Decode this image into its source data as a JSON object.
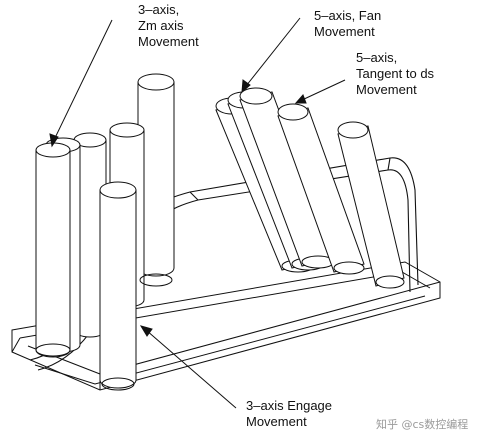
{
  "labels": {
    "zm_movement": [
      "3–axis,",
      "Zm axis",
      "Movement"
    ],
    "fan_movement": [
      "5–axis, Fan",
      "Movement"
    ],
    "tangent_movement": [
      "5–axis,",
      "Tangent to ds",
      "Movement"
    ],
    "engage_movement": [
      "3–axis Engage",
      "Movement"
    ]
  },
  "watermark": {
    "text": "知乎 @cs数控编程"
  },
  "colors": {
    "ink": "#111111",
    "background": "#ffffff",
    "watermark": "#9a9a9a"
  }
}
